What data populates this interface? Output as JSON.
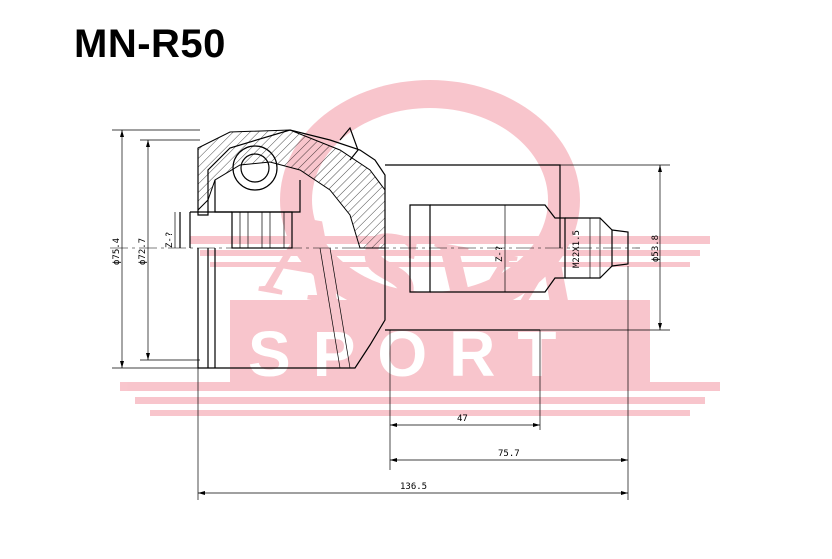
{
  "part_number": "MN-R50",
  "watermark": {
    "top_text": "ASVA",
    "bottom_text": "SPORT",
    "color": "#e8334a"
  },
  "dimensions": {
    "outer_diameter": "ϕ75.4",
    "seal_diameter": "ϕ72.7",
    "inner_spline": "Z-?",
    "outer_spline": "Z-?",
    "thread": "M22X1.5",
    "shaft_diameter": "ϕ53.8",
    "shaft_length": "47",
    "stem_length": "75.7",
    "total_length": "136.5"
  }
}
